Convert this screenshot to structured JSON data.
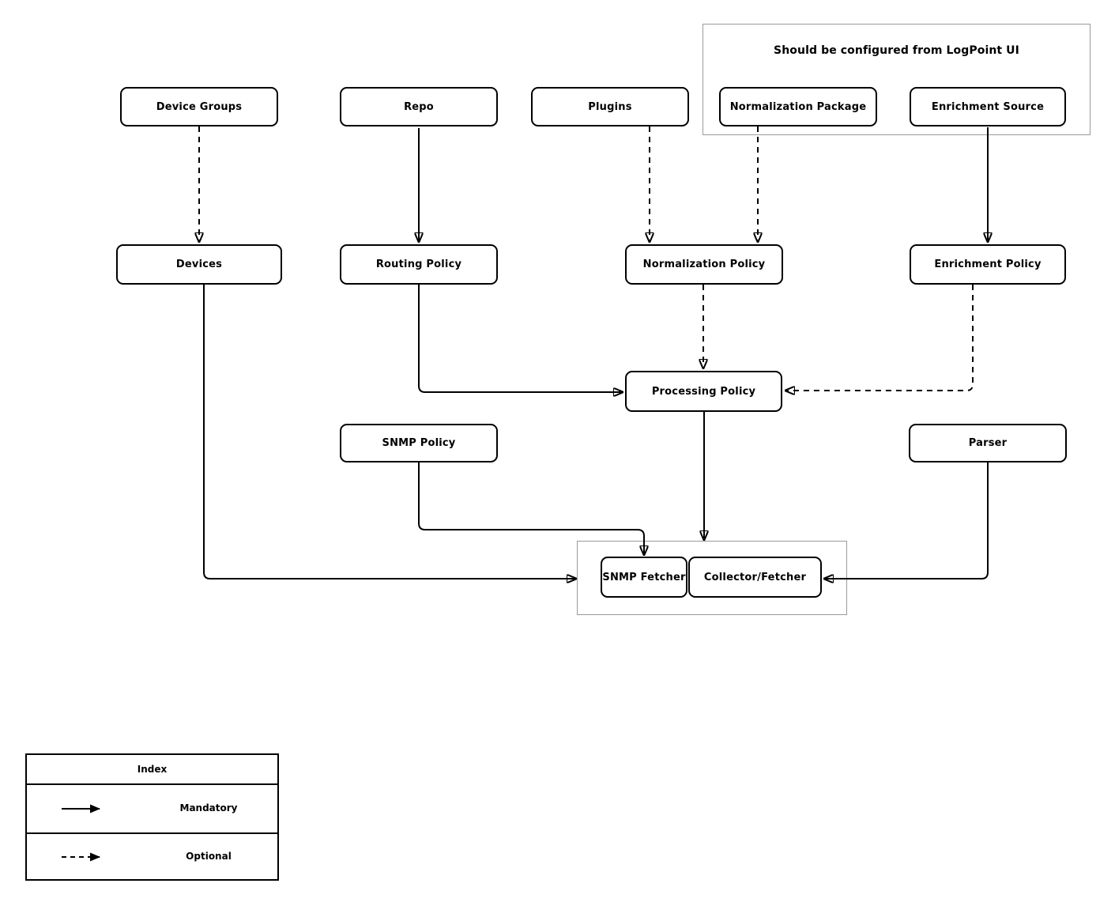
{
  "diagram": {
    "groups": {
      "logpoint_ui": {
        "title": "Should be configured from LogPoint UI"
      },
      "fetcher_group": {
        "title": ""
      }
    },
    "nodes": {
      "device_groups": "Device Groups",
      "repo": "Repo",
      "plugins": "Plugins",
      "normalization_package": "Normalization Package",
      "enrichment_source": "Enrichment Source",
      "devices": "Devices",
      "routing_policy": "Routing Policy",
      "normalization_policy": "Normalization Policy",
      "enrichment_policy": "Enrichment Policy",
      "processing_policy": "Processing Policy",
      "snmp_policy": "SNMP Policy",
      "parser": "Parser",
      "snmp_fetcher": "SNMP Fetcher",
      "collector_fetcher": "Collector/Fetcher"
    },
    "edges": [
      {
        "from": "device_groups",
        "to": "devices",
        "type": "optional"
      },
      {
        "from": "repo",
        "to": "routing_policy",
        "type": "mandatory"
      },
      {
        "from": "plugins",
        "to": "normalization_policy",
        "type": "optional"
      },
      {
        "from": "normalization_package",
        "to": "normalization_policy",
        "type": "optional"
      },
      {
        "from": "enrichment_source",
        "to": "enrichment_policy",
        "type": "mandatory"
      },
      {
        "from": "routing_policy",
        "to": "processing_policy",
        "type": "mandatory"
      },
      {
        "from": "normalization_policy",
        "to": "processing_policy",
        "type": "optional"
      },
      {
        "from": "enrichment_policy",
        "to": "processing_policy",
        "type": "optional"
      },
      {
        "from": "processing_policy",
        "to": "collector_fetcher",
        "type": "mandatory"
      },
      {
        "from": "snmp_policy",
        "to": "snmp_fetcher",
        "type": "mandatory"
      },
      {
        "from": "devices",
        "to": "snmp_fetcher",
        "type": "mandatory"
      },
      {
        "from": "parser",
        "to": "collector_fetcher",
        "type": "mandatory"
      }
    ]
  },
  "legend": {
    "title": "Index",
    "items": [
      {
        "label": "Mandatory",
        "style": "solid"
      },
      {
        "label": "Optional",
        "style": "dashed"
      }
    ]
  },
  "colors": {
    "stroke": "#000000",
    "node_fill": "#ffffff",
    "group_border": "#9a9a9a",
    "background": "#ffffff"
  }
}
